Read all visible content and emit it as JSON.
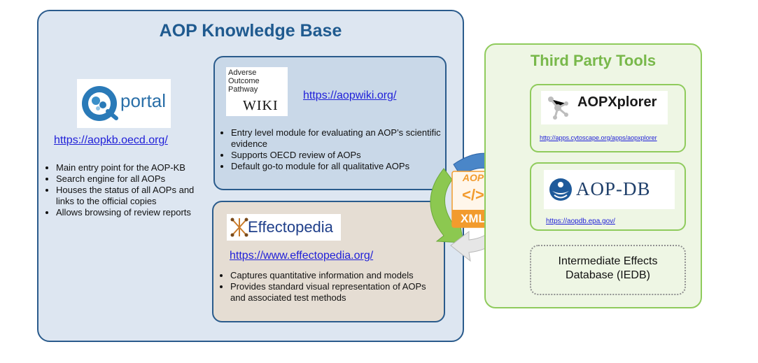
{
  "knowledge_base": {
    "title": "AOP Knowledge Base",
    "portal": {
      "logo_text": "portal",
      "url": "https://aopkb.oecd.org/",
      "bullets": [
        "Main entry point for the AOP-KB",
        "Search engine for all AOPs",
        "Houses the status of all AOPs and links to the official copies",
        "Allows browsing of review reports"
      ]
    },
    "wiki": {
      "logo_lines": [
        "Adverse",
        "Outcome",
        "Pathway"
      ],
      "logo_wiki": "Wiki",
      "url": "https://aopwiki.org/",
      "bullets": [
        "Entry level module for evaluating an AOP’s scientific evidence",
        "Supports OECD review of AOPs",
        "Default go-to module for all qualitative AOPs"
      ]
    },
    "effectopedia": {
      "logo_text": "Effectopedia",
      "url": "https://www.effectopedia.org/",
      "bullets": [
        "Captures quantitative information and models",
        "Provides standard visual representation of AOPs and associated test methods"
      ]
    }
  },
  "exchange": {
    "top_label": "AOP",
    "bottom_label": "XML",
    "code_glyph": "</>"
  },
  "third_party": {
    "title": "Third Party Tools",
    "aopxplorer": {
      "logo_text": "AOPXplorer",
      "url": "http://apps.cytoscape.org/apps/aopxplorer"
    },
    "aopdb": {
      "logo_text": "AOP-DB",
      "url": "https://aopdb.epa.gov/"
    },
    "iedb": {
      "label": "Intermediate Effects Database (IEDB)"
    }
  },
  "colors": {
    "kb_fill": "#dde6f1",
    "kb_border": "#2a5b8c",
    "title_blue": "#1f5a8f",
    "tp_green": "#8fcb5c",
    "arrow_blue": "#4a86c8",
    "arrow_green": "#8cc850",
    "xml_orange": "#f29b2d"
  }
}
